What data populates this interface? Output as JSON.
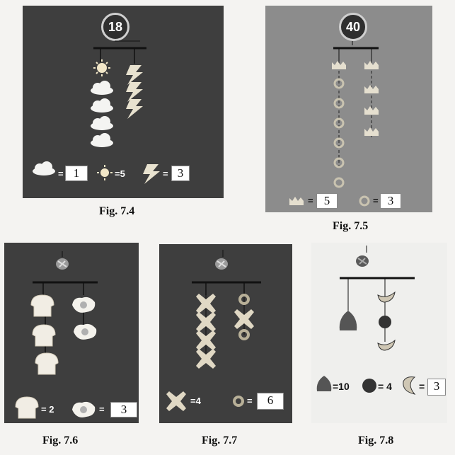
{
  "figures": [
    {
      "caption": "Fig. 7.4",
      "target": "18",
      "legend": [
        {
          "icon": "cloud-icon",
          "eq": "=",
          "value": "1",
          "boxed": true
        },
        {
          "icon": "sun-icon",
          "eq": "=5",
          "value": "",
          "boxed": false
        },
        {
          "icon": "lightning-icon",
          "eq": "=",
          "value": "3",
          "boxed": true
        }
      ]
    },
    {
      "caption": "Fig. 7.5",
      "target": "40",
      "legend": [
        {
          "icon": "crown-icon",
          "eq": "=",
          "value": "5",
          "boxed": true
        },
        {
          "icon": "ring-icon",
          "eq": "=",
          "value": "3",
          "boxed": true
        }
      ]
    },
    {
      "caption": "Fig. 7.6",
      "legend": [
        {
          "icon": "bread-icon",
          "eq": "= 2",
          "value": "",
          "boxed": false
        },
        {
          "icon": "egg-icon",
          "eq": "=",
          "value": "3",
          "boxed": true
        }
      ]
    },
    {
      "caption": "Fig. 7.7",
      "legend": [
        {
          "icon": "cross-icon",
          "eq": "=4",
          "value": "",
          "boxed": false
        },
        {
          "icon": "donut-icon",
          "eq": "=",
          "value": "6",
          "boxed": true
        }
      ]
    },
    {
      "caption": "Fig. 7.8",
      "legend": [
        {
          "icon": "onion-icon",
          "eq": "=10",
          "value": "",
          "boxed": false
        },
        {
          "icon": "tomato-icon",
          "eq": "= 4",
          "value": "",
          "boxed": false
        },
        {
          "icon": "banana-icon",
          "eq": "=",
          "value": "3",
          "boxed": true
        }
      ]
    }
  ]
}
